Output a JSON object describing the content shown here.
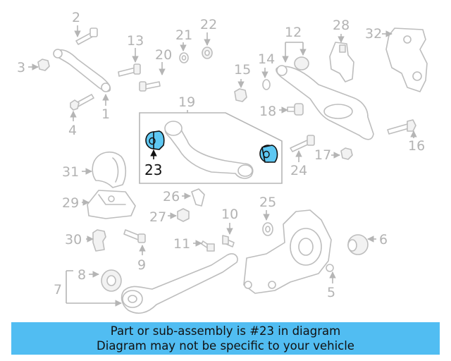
{
  "callouts": {
    "c1": "1",
    "c2": "2",
    "c3": "3",
    "c4": "4",
    "c5": "5",
    "c6": "6",
    "c7": "7",
    "c8": "8",
    "c9": "9",
    "c10": "10",
    "c11": "11",
    "c12": "12",
    "c13": "13",
    "c14": "14",
    "c15": "15",
    "c16": "16",
    "c17": "17",
    "c18": "18",
    "c19": "19",
    "c20": "20",
    "c21": "21",
    "c22": "22",
    "c23": "23",
    "c24": "24",
    "c25": "25",
    "c26": "26",
    "c27": "27",
    "c28": "28",
    "c29": "29",
    "c30": "30",
    "c31": "31",
    "c32": "32"
  },
  "highlight": {
    "part_number": "23",
    "color": "#5ec8f3"
  },
  "banner": {
    "line1": "Part or sub-assembly is #23 in diagram",
    "line2": "Diagram may not be specific to your vehicle",
    "background": "#51bdf2"
  }
}
